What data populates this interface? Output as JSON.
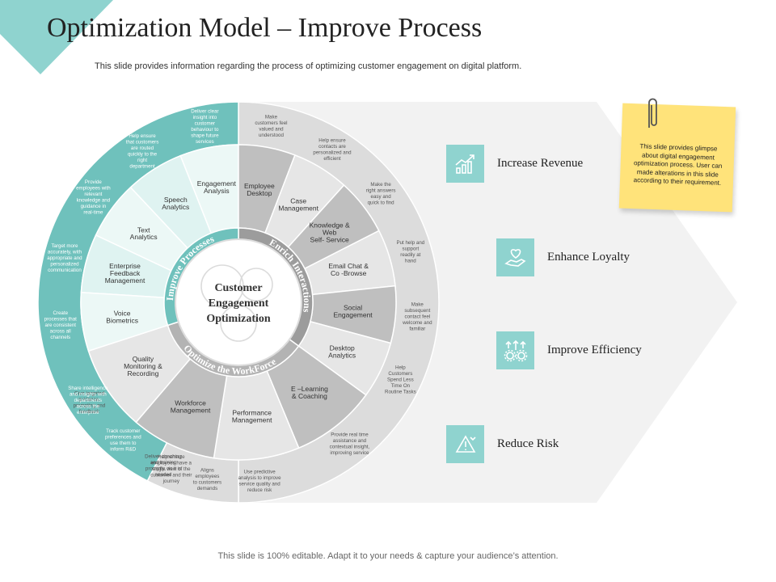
{
  "title": "Optimization Model – Improve Process",
  "subtitle": "This slide provides information regarding the process of optimizing customer engagement on digital platform.",
  "footer": "This slide is 100% editable. Adapt it to your needs & capture your audience’s attention.",
  "colors": {
    "teal": "#6fc1bc",
    "teal_light": "#dff3f1",
    "teal_mid": "#a7ddd8",
    "gray_dark": "#bfbfbf",
    "gray_light": "#e6e6e6",
    "gray_outer": "#dcdcdc",
    "arrow_bg": "#f2f2f2",
    "note": "#ffe37a"
  },
  "center": {
    "lines": [
      "Customer",
      "Engagement",
      "Optimization"
    ],
    "icon": "gears-and-people-icon"
  },
  "rings": {
    "improve": "Improve Processes",
    "enrich": "Enrich Interactions",
    "workforce": "Optimize the WorkForce"
  },
  "improve_items": [
    {
      "label": "Engagement\nAnalysis",
      "desc": "Deliver clear\ninsight into\ncustomer\nbehaviour to\nshape future\nservices"
    },
    {
      "label": "Speech\nAnalytics",
      "desc": "Help ensure\nthat customers\nare routed\nquickly to the\nright\ndepartment"
    },
    {
      "label": "Text\nAnalytics",
      "desc": "Provide\nemployees with\nrelevant\nknowledge and\nguidance in\nreal-time"
    },
    {
      "label": "Enterprise\nFeedback\nManagement",
      "desc": "Target more\naccurately, with\nappropriate and\npersonalized\ncommunication"
    },
    {
      "label": "Voice\nBiometrics",
      "desc": "Create\nprocesses that\nare consistent\nacross all\nchannels"
    }
  ],
  "improve_extra_descs": [
    "Share intelligence\nand insights with\ndepartments\nacross the\nenterprise",
    "Track customer\npreferences and\nuse them to\ninform R&D"
  ],
  "enrich_items": [
    {
      "label": "Employee\nDesktop",
      "desc": "Make\ncustomers feel\nvalued and\nunderstood"
    },
    {
      "label": "Case\nManagement",
      "desc": "Help ensure\ncontacts are\npersonalized and\nefficient"
    },
    {
      "label": "Knowledge &\nWeb\nSelf- Service",
      "desc": "Make the\nright answers\neasy and\nquick to find"
    },
    {
      "label": "Email Chat &\nCo -Browse",
      "desc": "Put help and\nsupport\nreadily at\nhand"
    },
    {
      "label": "Social\nEngagement",
      "desc": "Make\nsubsequent\ncontact feel\nwelcome and\nfamiliar"
    },
    {
      "label": "Desktop\nAnalytics",
      "desc": "Help\nCustomers\nSpend Less\nTime On\nRoutine Tasks"
    }
  ],
  "workforce_items": [
    {
      "label": "E –Learning\n& Coaching",
      "desc": "Provide real time\nassistance and\ncontextual insight,\nimproving service"
    },
    {
      "label": "Performance\nManagement",
      "desc": "Use predictive\nanalysis to improve\nservice quality and\nreduce risk"
    },
    {
      "label": "Workforce\nManagement",
      "desc": "Deliver coaching\nand training\npromptly, as it is\nneeded"
    },
    {
      "label": "Quality\nMonitoring &\nRecording",
      "desc": "Give targeted\nguidance,\nprompting and\nfeedback"
    }
  ],
  "workforce_extra_descs": [
    "Aligns\nemployees\nto customers\ndemands",
    "Help ensure\nemployees have a\nsingle view of the\ncustomer and their\njourney"
  ],
  "benefits": [
    {
      "label": "Increase Revenue",
      "icon": "growth-chart-icon"
    },
    {
      "label": "Enhance Loyalty",
      "icon": "heart-hand-icon"
    },
    {
      "label": "Improve Efficiency",
      "icon": "gears-arrows-icon"
    },
    {
      "label": "Reduce Risk",
      "icon": "warning-triangle-icon"
    }
  ],
  "note": "This slide provides glimpse about digital engagement optimization process. User can made alterations in this slide according to their requirement."
}
